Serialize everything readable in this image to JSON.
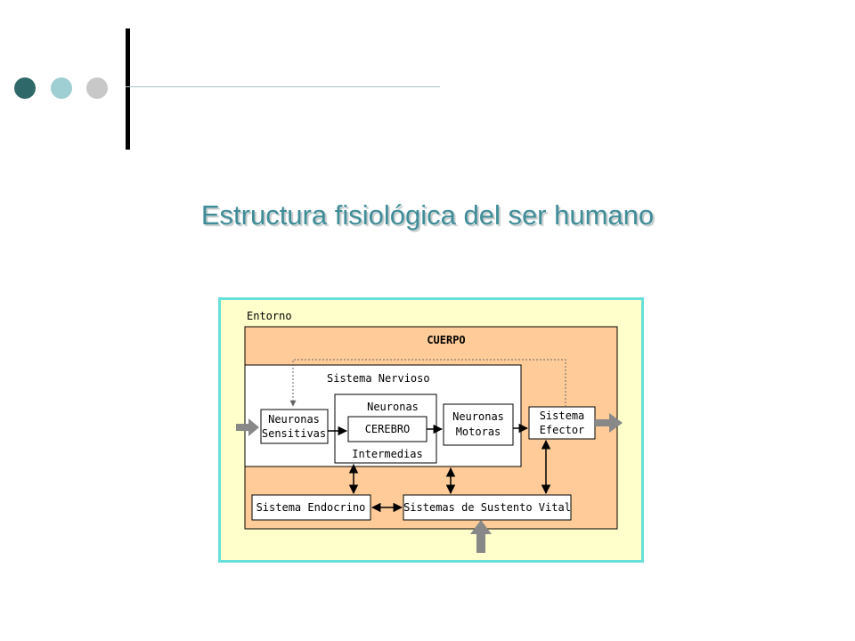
{
  "slide": {
    "title": "Estructura fisiológica del ser humano",
    "colors": {
      "dot1": "#2f6868",
      "dot2": "#9fcfd3",
      "dot3": "#c8c8c8",
      "title": "#3f8d99"
    }
  },
  "diagram": {
    "entorno": "Entorno",
    "cuerpo": "CUERPO",
    "sistema_nervioso": "Sistema Nervioso",
    "neuronas_sensitivas": [
      "Neuronas",
      "Sensitivas"
    ],
    "neuronas": "Neuronas",
    "cerebro": "CEREBRO",
    "intermedias": "Intermedias",
    "neuronas_motoras": [
      "Neuronas",
      "Motoras"
    ],
    "sistema_efector": [
      "Sistema",
      "Efector"
    ],
    "sistema_endocrino": "Sistema Endocrino",
    "sistemas_sustento": "Sistemas de Sustento Vital",
    "colors": {
      "outer_border": "#66e0d8",
      "outer_fill": "#ffffcc",
      "body_fill": "#ffcc99",
      "white": "#ffffff",
      "stroke": "#000000",
      "dotted": "#666666",
      "wide_arrow": "#888888"
    }
  }
}
